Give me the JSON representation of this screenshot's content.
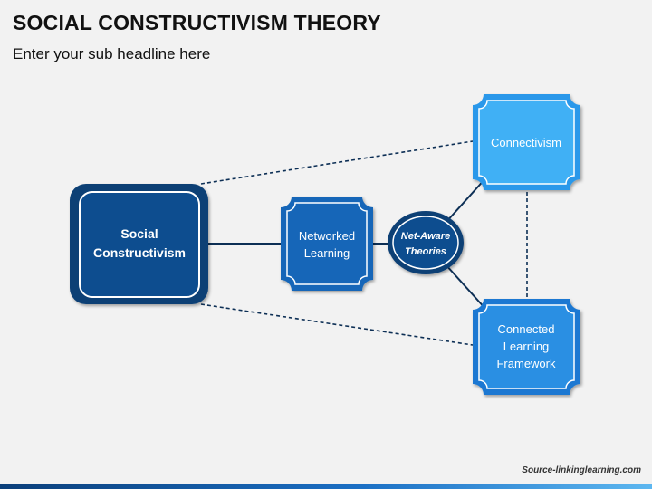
{
  "header": {
    "title": "SOCIAL CONSTRUCTIVISM THEORY",
    "subtitle": "Enter your sub headline here"
  },
  "nodes": {
    "social_constructivism": {
      "line1": "Social",
      "line2": "Constructivism"
    },
    "networked_learning": {
      "line1": "Networked",
      "line2": "Learning"
    },
    "net_aware": {
      "line1": "Net-Aware",
      "line2": "Theories"
    },
    "connectivism": {
      "label": "Connectivism"
    },
    "connected_framework": {
      "line1": "Connected",
      "line2": "Learning",
      "line3": "Framework"
    }
  },
  "footer": {
    "source": "Source-linkinglearning.com"
  },
  "colors": {
    "dark_navy": "#0b3f75",
    "mid_blue": "#1366b8",
    "light_blue": "#2a98ea",
    "cyan_blue": "#3fb0f5",
    "connector": "#0d2f55"
  }
}
